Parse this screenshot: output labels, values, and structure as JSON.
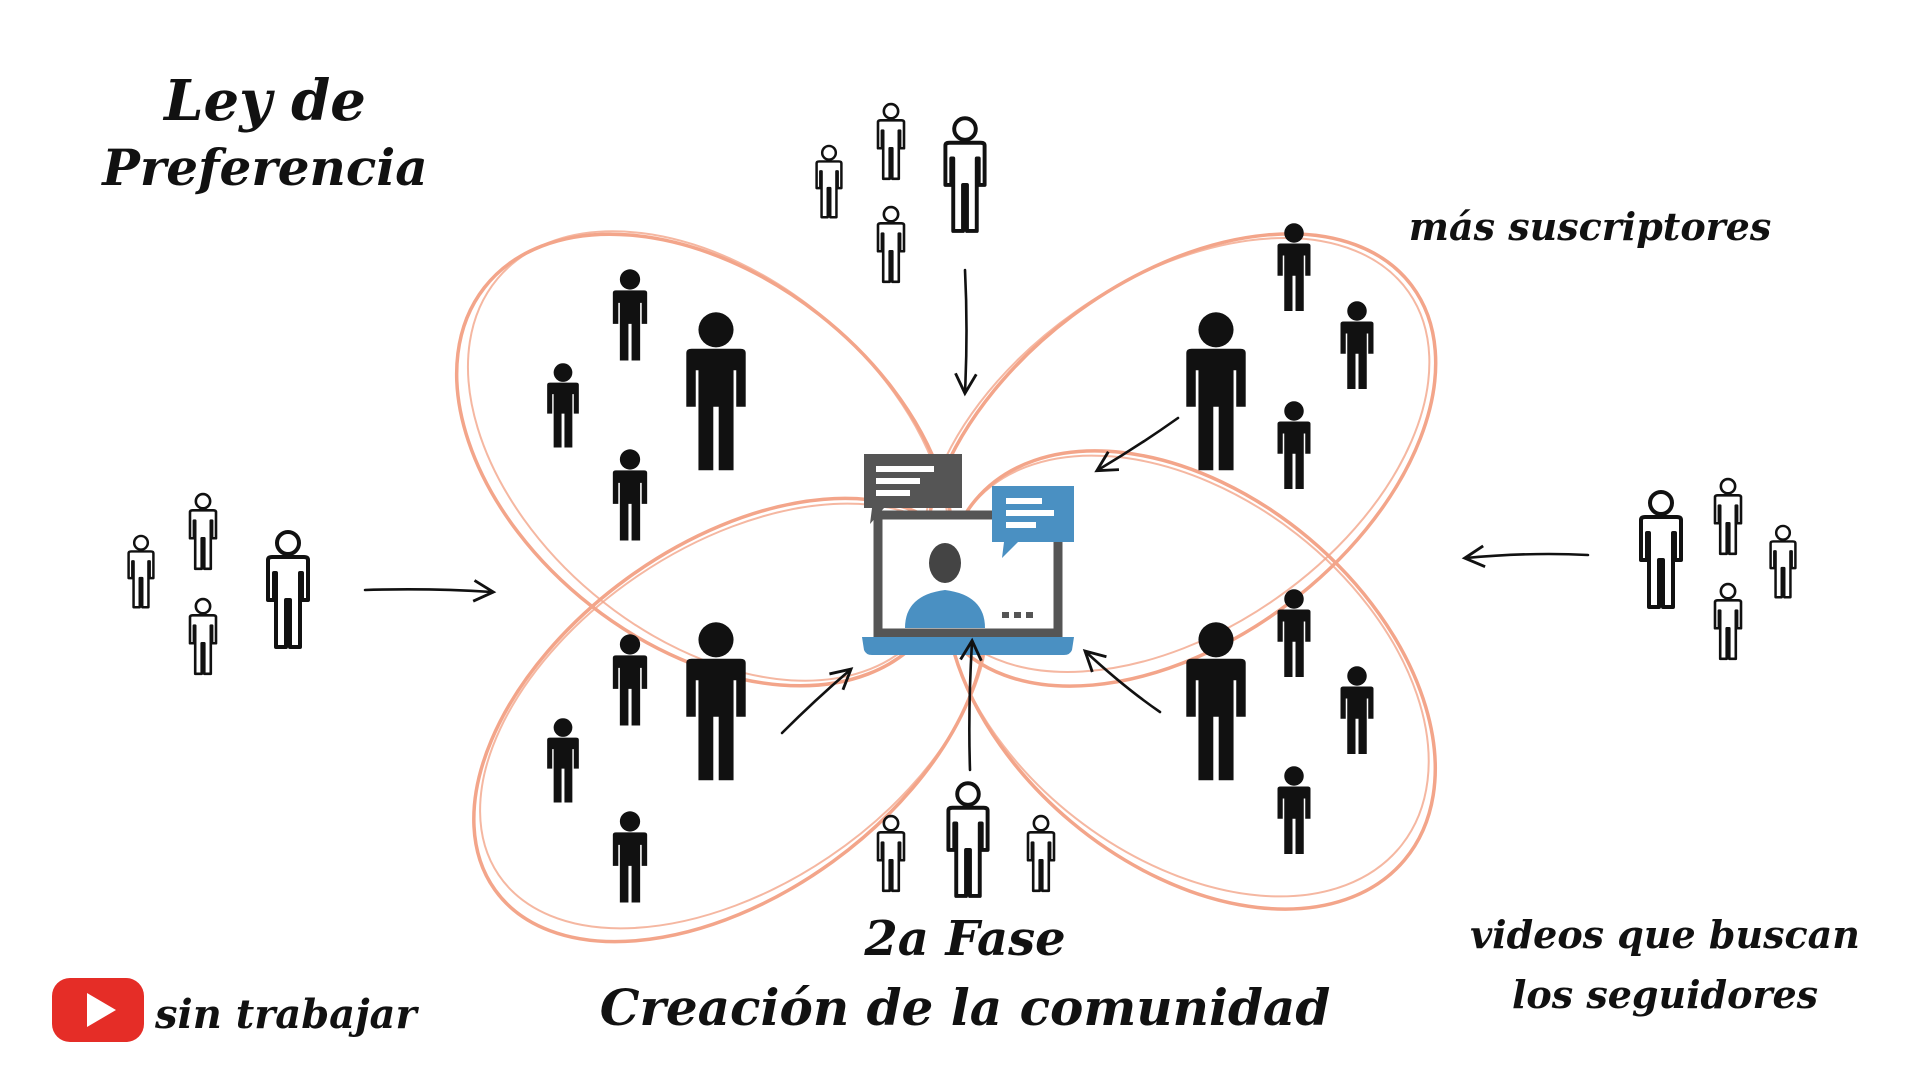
{
  "title": {
    "line1": "Ley de",
    "line2": "Preferencia"
  },
  "annotations": {
    "top_right": "más suscriptores",
    "bottom_right_line1": "videos que buscan",
    "bottom_right_line2": "los seguidores"
  },
  "caption": {
    "line1": "2a Fase",
    "line2": "Creación de la comunidad"
  },
  "brand": {
    "label": "sin trabajar",
    "icon": "youtube-play-icon",
    "color": "#e52d27"
  },
  "colors": {
    "loop": "#f3a58a",
    "figure_dark": "#111111",
    "screen_blue": "#4a90c2",
    "bubble_gray": "#555555"
  }
}
